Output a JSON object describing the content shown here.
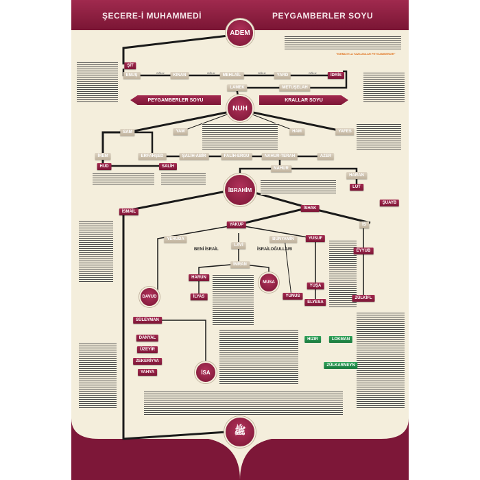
{
  "header": {
    "title_left": "ŞECERE-İ MUHAMMEDİ",
    "title_right": "PEYGAMBERLER SOYU"
  },
  "banners": {
    "prophets_line": "PEYGAMBERLER SOYU",
    "kings_line": "KRALLAR SOYU",
    "highlight": "\"KIRMIZIYLA YAZILANLAR PEYGAMBERDİR\""
  },
  "relation_label": "OĞLU",
  "groups": {
    "beni_israil": "BENİ İSRAİL",
    "israilogullari": "İSRAİLOĞULLARI"
  },
  "prophets": {
    "adem": "ADEM",
    "sit": "ŞİT",
    "idris": "İDRİS",
    "nuh": "NUH",
    "hud": "HUD",
    "salih": "SALİH",
    "ibrahim": "İBRAHİM",
    "lut": "LUT",
    "ismail": "İSMAİL",
    "ishak": "İSHAK",
    "suayb": "ŞUAYB",
    "yakup": "YAKUP",
    "yusuf": "YUSUF",
    "eyyub": "EYYUB",
    "harun": "HARUN",
    "musa": "MUSA",
    "ilyas": "İLYAS",
    "yunus": "YUNUS",
    "yusa": "YUŞA",
    "elyesa": "ELYESA",
    "zulkifl": "ZÜLKİFL",
    "davud": "DAVUD",
    "suleyman": "SÜLEYMAN",
    "danyal": "DANYAL",
    "uzeyir": "ÜZEYİR",
    "zekeriyya": "ZEKERİYYA",
    "yahya": "YAHYA",
    "isa": "İSA"
  },
  "others": {
    "enus": "ENUŞ",
    "kinan": "KINAN",
    "mehlail": "MEHLAİL",
    "yard": "YARD",
    "lamek": "LAMEK",
    "metuselah": "METUŞELAH",
    "sam": "SAM",
    "yam": "YAM",
    "ham": "HAM",
    "yafes": "YAFES",
    "irem": "İREM",
    "erfahsed": "ERFAHŞED",
    "salih_abir": "ŞALİH-ABİR",
    "falih_ergu": "FALİH-ERGU",
    "nahur_terah": "NAHUR-TERAH",
    "azer": "AZER",
    "nahur": "NAHUR",
    "haran": "HARAN",
    "yehuda": "YEHUDA",
    "lavi": "LAVİ",
    "bunyamin": "BÜNYAMİN",
    "imran": "İMRAN",
    "is": "İS"
  },
  "disputed": {
    "hizir": "HIZIR",
    "lokman": "LOKMAN",
    "zulkarneyn": "ZÜLKARNEYN"
  },
  "colors": {
    "prophet": "#8c1d40",
    "ancestor": "#c9bca8",
    "disputed": "#23904c",
    "background": "#f4eedc"
  }
}
